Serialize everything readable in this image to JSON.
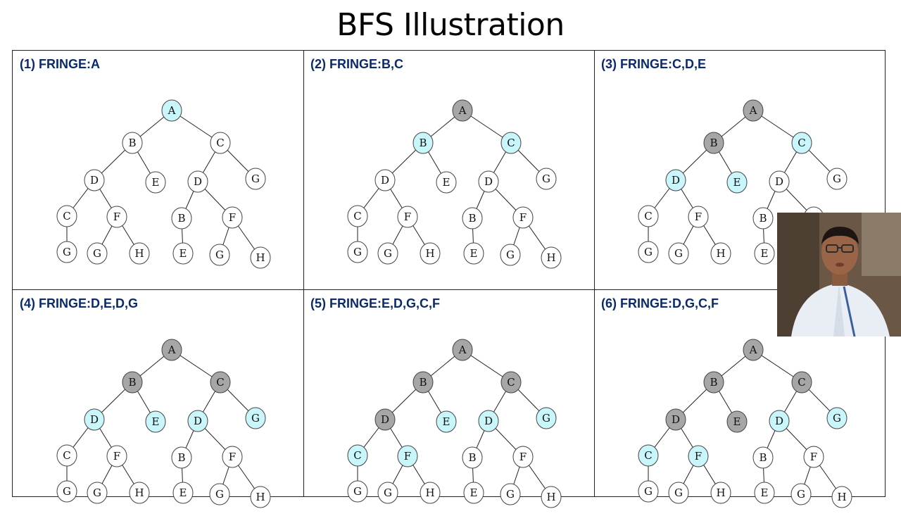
{
  "title": "BFS Illustration",
  "colors": {
    "frontier": "#c8f6fa",
    "expanded": "#a6a6a6",
    "unvisited": "#ffffff",
    "label": "#0b2a6b"
  },
  "tree_nodes": [
    {
      "id": "A",
      "label": "A"
    },
    {
      "id": "B",
      "label": "B"
    },
    {
      "id": "C",
      "label": "C"
    },
    {
      "id": "BD",
      "label": "D"
    },
    {
      "id": "BE",
      "label": "E"
    },
    {
      "id": "CD",
      "label": "D"
    },
    {
      "id": "CG",
      "label": "G"
    },
    {
      "id": "BDC",
      "label": "C"
    },
    {
      "id": "BDF",
      "label": "F"
    },
    {
      "id": "CDB",
      "label": "B"
    },
    {
      "id": "CDF",
      "label": "F"
    },
    {
      "id": "BDCG",
      "label": "G"
    },
    {
      "id": "BDFG",
      "label": "G"
    },
    {
      "id": "BDFH",
      "label": "H"
    },
    {
      "id": "CDBE",
      "label": "E"
    },
    {
      "id": "CDFG",
      "label": "G"
    },
    {
      "id": "CDFH",
      "label": "H"
    }
  ],
  "tree_edges": [
    [
      "A",
      "B"
    ],
    [
      "A",
      "C"
    ],
    [
      "B",
      "BD"
    ],
    [
      "B",
      "BE"
    ],
    [
      "C",
      "CD"
    ],
    [
      "C",
      "CG"
    ],
    [
      "BD",
      "BDC"
    ],
    [
      "BD",
      "BDF"
    ],
    [
      "CD",
      "CDB"
    ],
    [
      "CD",
      "CDF"
    ],
    [
      "BDC",
      "BDCG"
    ],
    [
      "BDF",
      "BDFG"
    ],
    [
      "BDF",
      "BDFH"
    ],
    [
      "CDB",
      "CDBE"
    ],
    [
      "CDF",
      "CDFG"
    ],
    [
      "CDF",
      "CDFH"
    ]
  ],
  "panels": [
    {
      "label": "(1) FRINGE:A",
      "expanded": [],
      "frontier": [
        "A"
      ]
    },
    {
      "label": "(2) FRINGE:B,C",
      "expanded": [
        "A"
      ],
      "frontier": [
        "B",
        "C"
      ]
    },
    {
      "label": "(3) FRINGE:C,D,E",
      "expanded": [
        "A",
        "B"
      ],
      "frontier": [
        "C",
        "BD",
        "BE"
      ]
    },
    {
      "label": "(4) FRINGE:D,E,D,G",
      "expanded": [
        "A",
        "B",
        "C"
      ],
      "frontier": [
        "BD",
        "BE",
        "CD",
        "CG"
      ]
    },
    {
      "label": "(5) FRINGE:E,D,G,C,F",
      "expanded": [
        "A",
        "B",
        "C",
        "BD"
      ],
      "frontier": [
        "BE",
        "CD",
        "CG",
        "BDC",
        "BDF"
      ]
    },
    {
      "label": "(6) FRINGE:D,G,C,F",
      "expanded": [
        "A",
        "B",
        "C",
        "BD",
        "BE"
      ],
      "frontier": [
        "CD",
        "CG",
        "BDC",
        "BDF"
      ]
    }
  ]
}
